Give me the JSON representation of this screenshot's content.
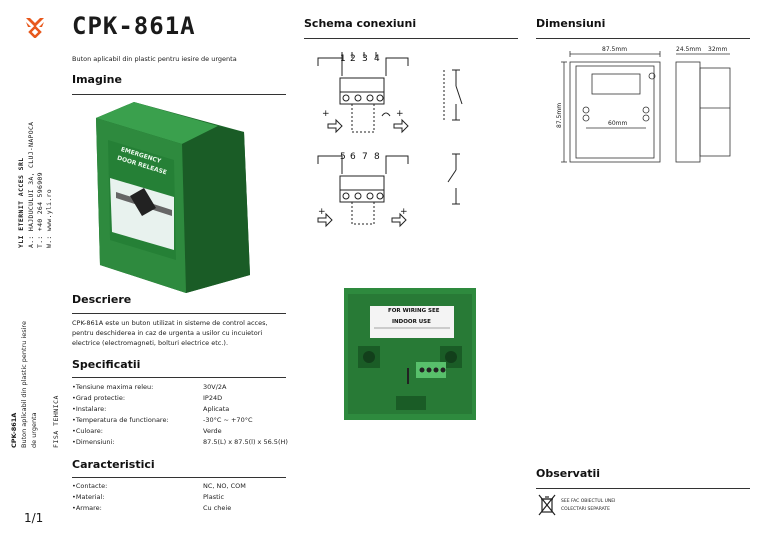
{
  "left_sidebar": {
    "company_name": "YLI ETERNIT ACCES SRL",
    "address_line": "A.: HAJDUCULUI 3A, CLUJ-NAPOCA",
    "phone_line": "T.: +40 264 596909",
    "web_line": "W.: www.yli.ro",
    "product_code": "CPK-861A",
    "product_desc_1": "Buton aplicabil din plastic pentru iesire",
    "product_desc_2": "de urgenta",
    "doc_type": "FISA TEHNICA",
    "page_number": "1/1"
  },
  "header": {
    "title": "CPK-861A",
    "subtitle": "Buton aplicabil din plastic pentru iesire de urgenta"
  },
  "sections": {
    "image_title": "Imagine",
    "description_title": "Descriere",
    "description_text_1": "CPK-861A este un buton utilizat in sisteme de control acces,",
    "description_text_2": "pentru deschiderea in caz de urgenta a usilor cu incuietori",
    "description_text_3": "electrice (electromagneti, bolturi electrice etc.).",
    "specs_title": "Specificatii",
    "features_title": "Caracteristici",
    "wiring_title": "Schema conexiuni",
    "dimensions_title": "Dimensiuni",
    "observations_title": "Observatii"
  },
  "product_image": {
    "label_line_1": "EMERGENCY",
    "label_line_2": "DOOR RELEASE",
    "back_label_1": "FOR WIRING SEE",
    "back_label_2": "INDOOR USE"
  },
  "specs": [
    {
      "label": "•Tensiune maxima releu:",
      "value": "30V/2A"
    },
    {
      "label": "•Grad protectie:",
      "value": "IP24D"
    },
    {
      "label": "•Instalare:",
      "value": "Aplicata"
    },
    {
      "label": "•Temperatura de functionare:",
      "value": "-30°C ~ +70°C"
    },
    {
      "label": "•Culoare:",
      "value": "Verde"
    },
    {
      "label": "•Dimensiuni:",
      "value": "87.5(L) x 87.5(l) x 56.5(H)"
    }
  ],
  "features": [
    {
      "label": "•Contacte:",
      "value": "NC, NO, COM"
    },
    {
      "label": "•Material:",
      "value": "Plastic"
    },
    {
      "label": "•Armare:",
      "value": "Cu cheie"
    }
  ],
  "wiring": {
    "terminals_top": [
      "1",
      "2",
      "3",
      "4"
    ],
    "terminals_bottom": [
      "5",
      "6",
      "7",
      "8"
    ],
    "plus_sign": "+"
  },
  "dimensions": {
    "width_label": "87.5mm",
    "height_label": "87.5mm",
    "holes_label": "60mm",
    "depth_label_1": "24.5mm",
    "depth_label_2": "32mm"
  },
  "observations": {
    "weee_line_1": "SEE FAC OBIECTUL UNEI",
    "weee_line_2": "COLECTARI SEPARATE"
  },
  "colors": {
    "logo_orange": "#e8581c",
    "product_green": "#2e8a3e",
    "product_dark_green": "#1e6a2c"
  }
}
